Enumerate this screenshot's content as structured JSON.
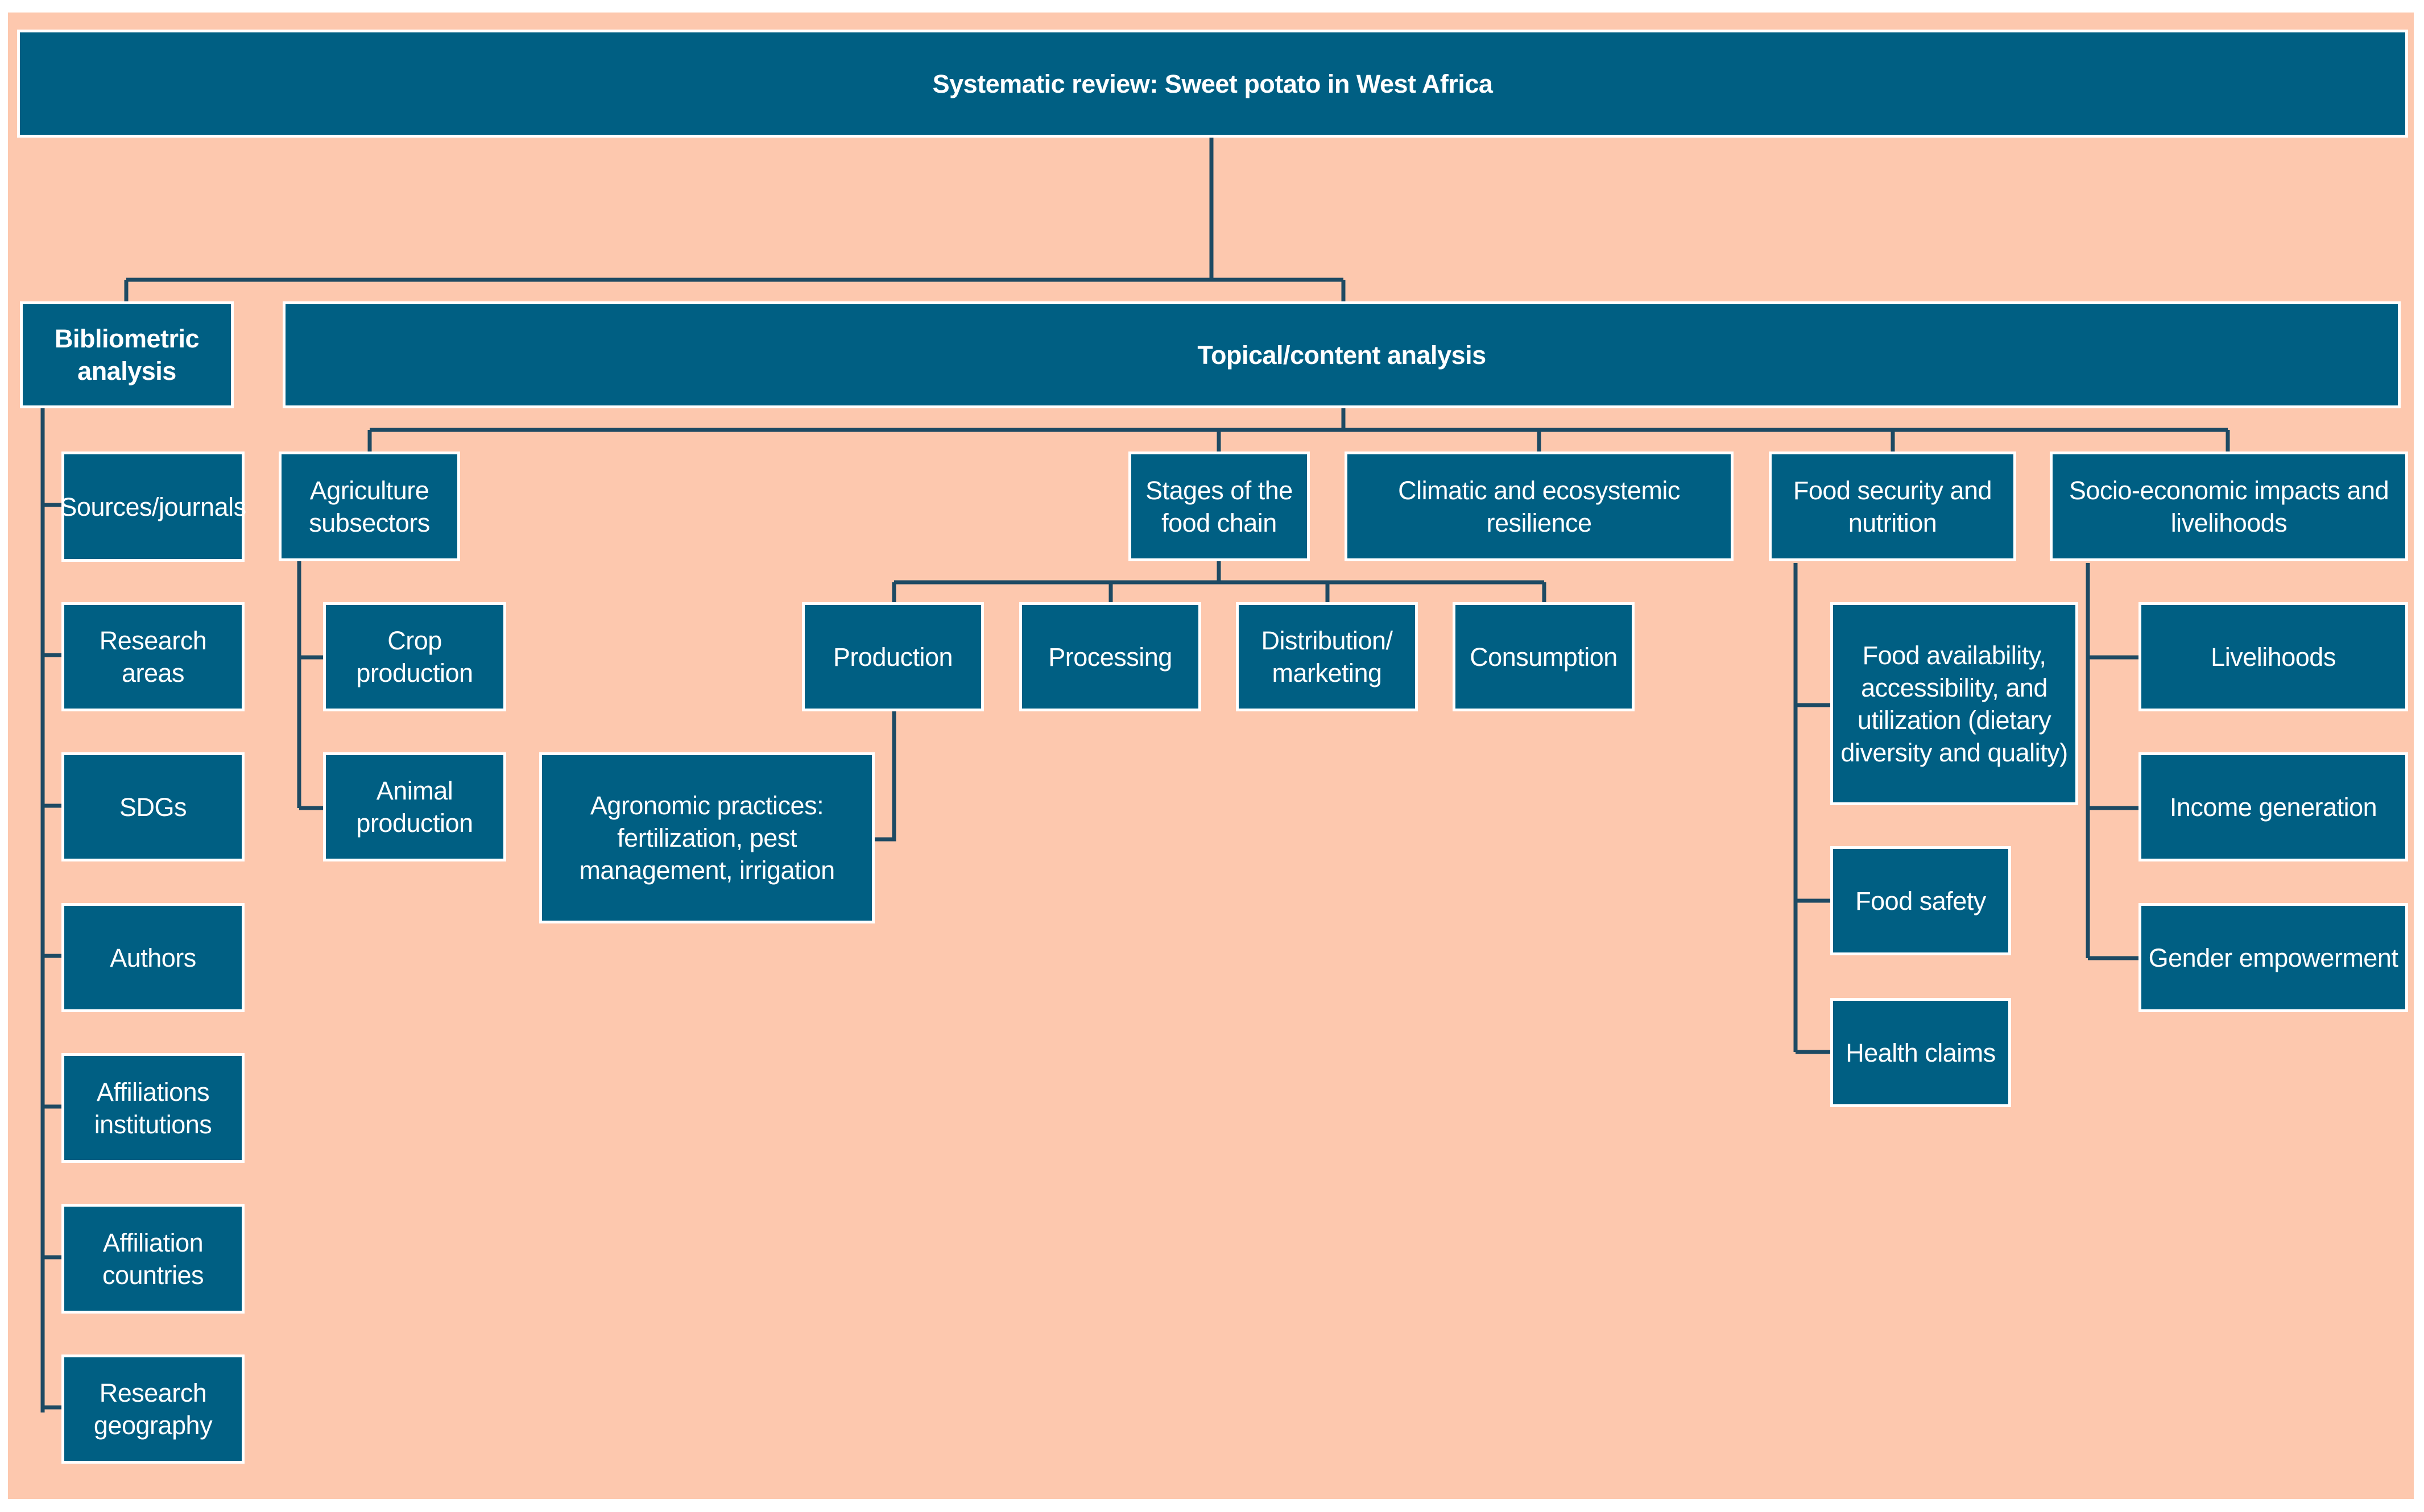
{
  "colors": {
    "node_fill": "#005f83",
    "node_border": "#ffffff",
    "background": "#fdc8ae",
    "connector": "#1d4a63"
  },
  "root": {
    "label": "Systematic review: Sweet potato in West Africa"
  },
  "bibliometric": {
    "label": "Bibliometric analysis",
    "items": [
      "Sources/journals",
      "Research areas",
      "SDGs",
      "Authors",
      "Affiliations institutions",
      "Affiliation countries",
      "Research geography"
    ]
  },
  "topical": {
    "label": "Topical/content analysis",
    "agriculture": {
      "label": "Agriculture subsectors",
      "items": [
        "Crop production",
        "Animal production"
      ]
    },
    "stages": {
      "label": "Stages of the food chain",
      "items": [
        "Production",
        "Processing",
        "Distribution/ marketing",
        "Consumption"
      ],
      "agronomic": "Agronomic practices: fertilization, pest management, irrigation"
    },
    "climatic": {
      "label": "Climatic and ecosystemic resilience"
    },
    "food_security": {
      "label": "Food security and nutrition",
      "items": [
        "Food availability, accessibility, and utilization (dietary diversity and quality)",
        "Food safety",
        "Health claims"
      ]
    },
    "socio": {
      "label": "Socio-economic impacts and livelihoods",
      "items": [
        "Livelihoods",
        "Income generation",
        "Gender empowerment"
      ]
    }
  }
}
